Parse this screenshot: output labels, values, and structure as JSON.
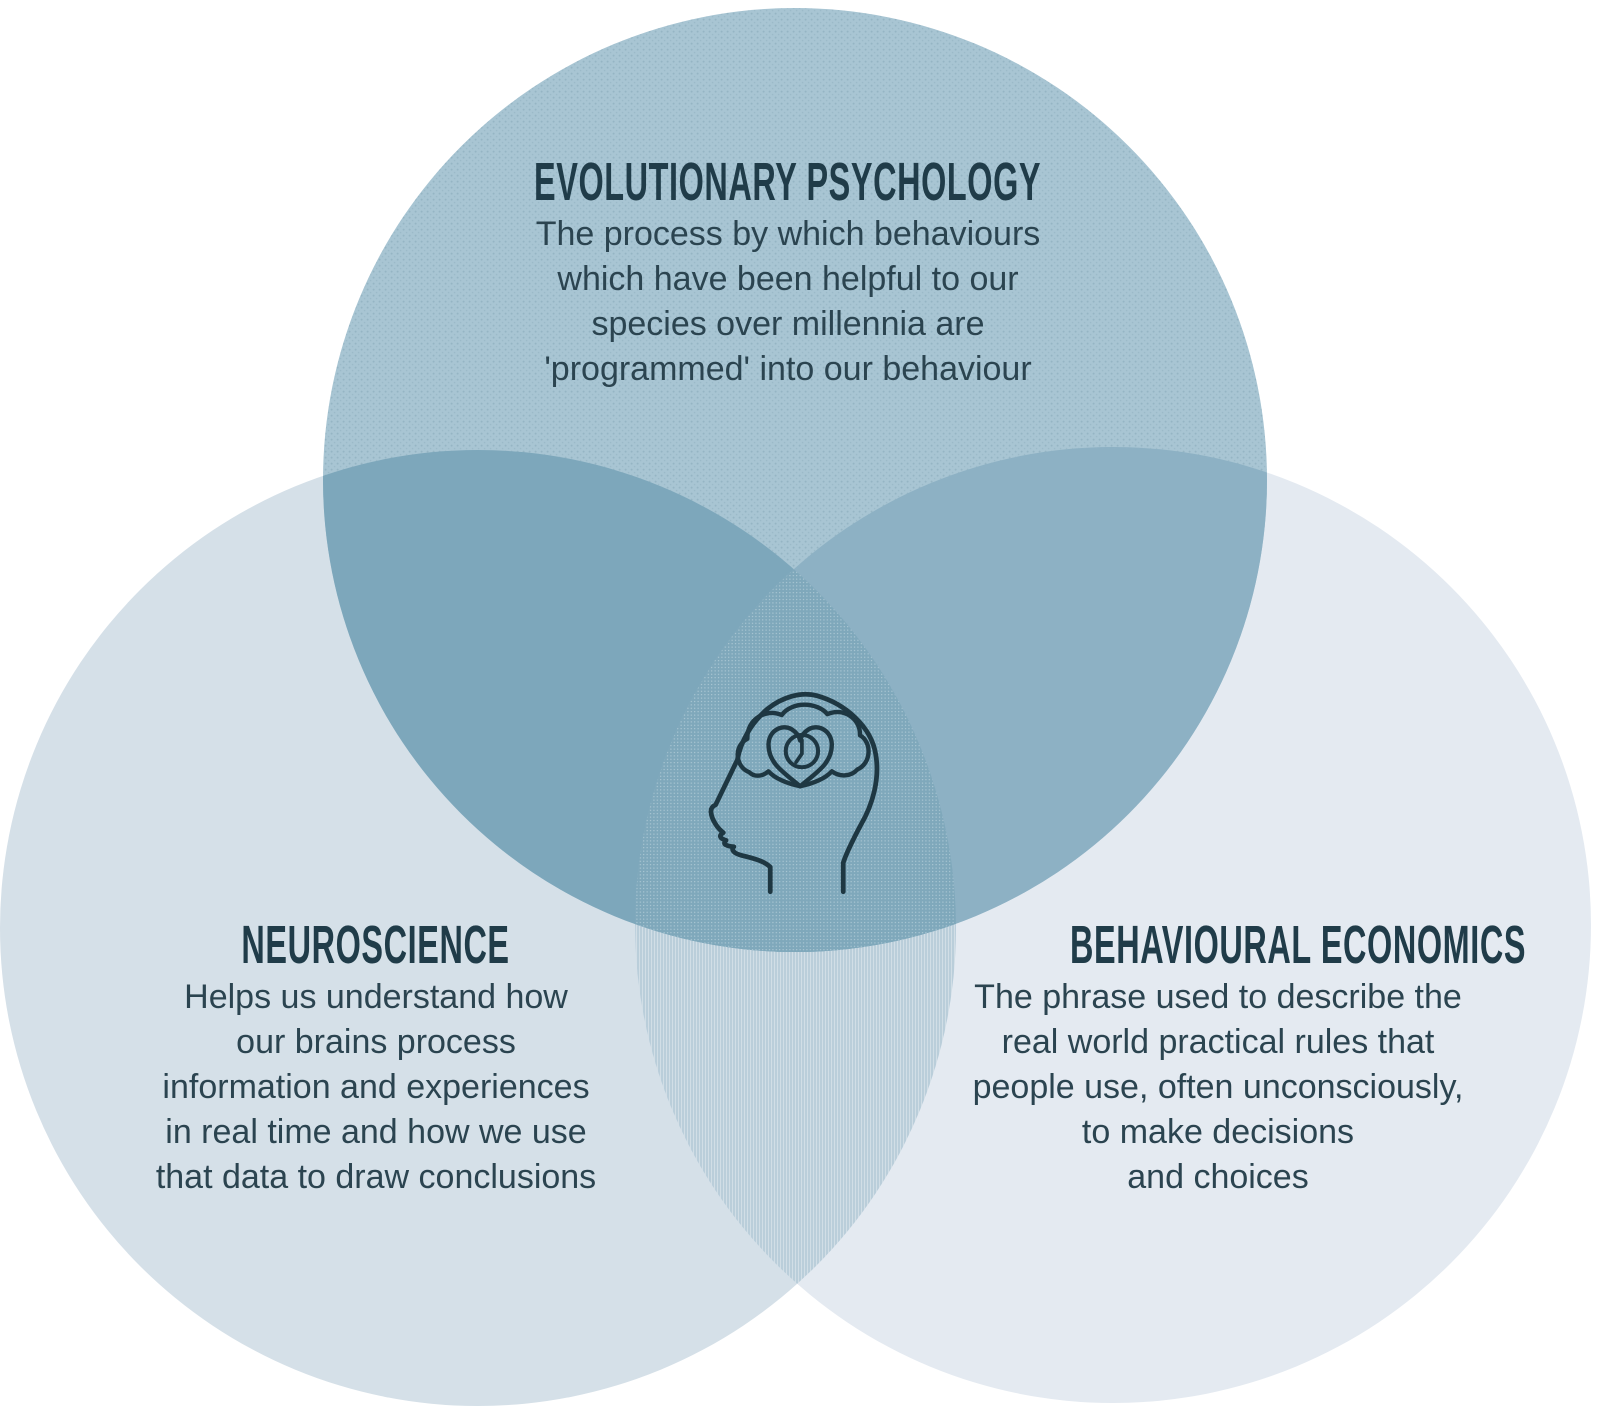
{
  "diagram_title": "Behavioural science Venn diagram",
  "colors": {
    "background": "#ffffff",
    "top_circle": "#a8c5d3",
    "left_circle": "#d5e0e8",
    "right_circle": "#e4eaf1",
    "top_left_overlap": "#7da7bb",
    "top_right_overlap": "#8db1c4",
    "left_right_overlap": "#bfd1dd",
    "center_overlap": "#7fa8bb",
    "title_text": "#203c49",
    "body_text": "#2b4450",
    "icon_stroke": "#1e3742"
  },
  "circles": {
    "top": {
      "title": "EVOLUTIONARY PSYCHOLOGY",
      "lines": [
        "The process by which behaviours",
        "which have been helpful to our",
        "species over millennia are",
        "'programmed' into our behaviour"
      ]
    },
    "left": {
      "title": "NEUROSCIENCE",
      "lines": [
        "Helps us understand how",
        "our brains process",
        "information and experiences",
        "in real time and how we use",
        "that data to draw conclusions"
      ]
    },
    "right": {
      "title": "BEHAVIOURAL ECONOMICS",
      "lines": [
        "The phrase used to describe the",
        "real world practical rules that",
        "people use, often unconsciously,",
        "to make decisions",
        "and choices"
      ]
    }
  },
  "center_icon": "head-with-brain-heart-clock"
}
